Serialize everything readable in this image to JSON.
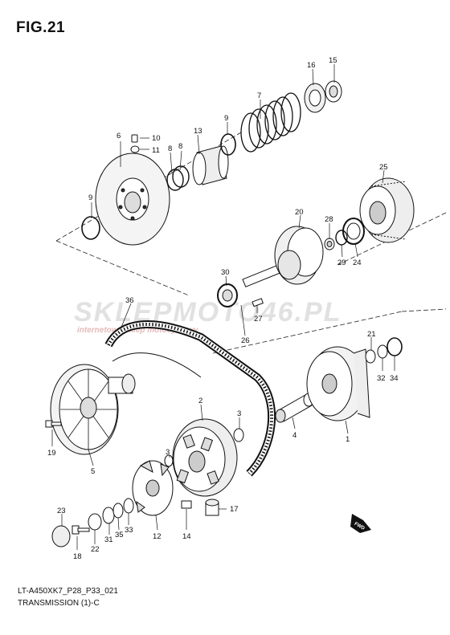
{
  "figure": {
    "title": "FIG.21"
  },
  "footer": {
    "model": "LT-A450XK7_P28_P33_021",
    "section": "TRANSMISSION (1)-C"
  },
  "watermark": {
    "brand": "SKLEPMOTO46.PL",
    "tagline": "internetowy sklep motocyklowy"
  },
  "fwd_label": "FWD",
  "callouts": {
    "c1": "1",
    "c2": "2",
    "c3a": "3",
    "c3b": "3",
    "c4": "4",
    "c5": "5",
    "c6": "6",
    "c7": "7",
    "c8": "8",
    "c8b": "8",
    "c9a": "9",
    "c9b": "9",
    "c10": "10",
    "c11": "11",
    "c12": "12",
    "c13": "13",
    "c14": "14",
    "c15": "15",
    "c16": "16",
    "c17": "17",
    "c18": "18",
    "c19": "19",
    "c20": "20",
    "c21": "21",
    "c22": "22",
    "c23": "23",
    "c24": "24",
    "c25": "25",
    "c26": "26",
    "c27": "27",
    "c28": "28",
    "c29": "29",
    "c30": "30",
    "c31": "31",
    "c32": "32",
    "c33": "33",
    "c34": "34",
    "c35": "35",
    "c36": "36"
  }
}
